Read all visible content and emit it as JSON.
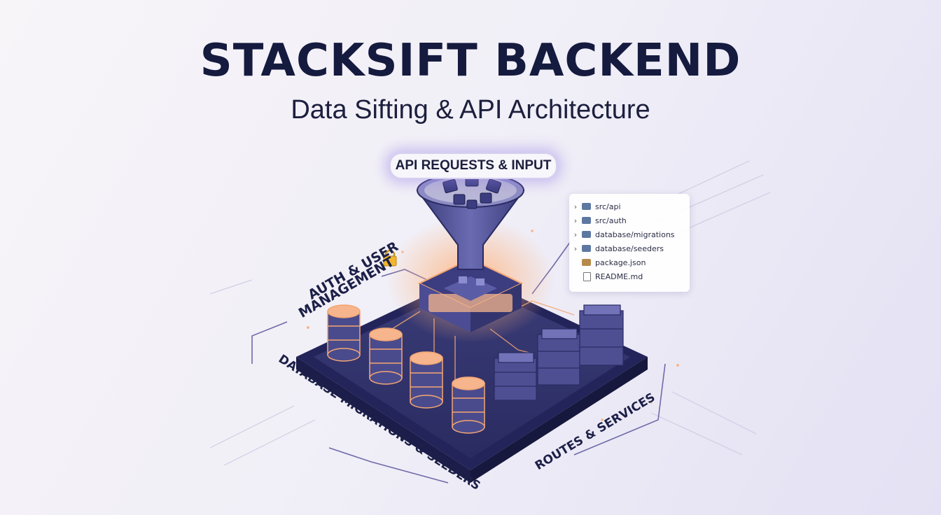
{
  "header": {
    "title": "STACKSIFT BACKEND",
    "subtitle": "Data Sifting & API Architecture"
  },
  "input_pill": {
    "label": "API REQUESTS & INPUT"
  },
  "labels": {
    "auth_line1": "AUTH & USER",
    "auth_line2": "MANAGEMENT",
    "database": "DATABASE MIGRATIONS & SEEDERS",
    "routes": "ROUTES & SERVICES"
  },
  "file_tree": [
    {
      "name": "src/api",
      "icon": "folder-icon",
      "expandable": true
    },
    {
      "name": "src/auth",
      "icon": "folder-icon",
      "expandable": true
    },
    {
      "name": "database/migrations",
      "icon": "folder-icon",
      "expandable": true
    },
    {
      "name": "database/seeders",
      "icon": "folder-icon",
      "expandable": true
    },
    {
      "name": "package.json",
      "icon": "package-icon",
      "expandable": false
    },
    {
      "name": "README.md",
      "icon": "document-icon",
      "expandable": false
    }
  ],
  "icons": {
    "lock": "lock-icon"
  },
  "colors": {
    "navy": "#151a3f",
    "platform": "#2b2d63",
    "glow": "#f4a673",
    "accent": "#8a7fe0"
  }
}
